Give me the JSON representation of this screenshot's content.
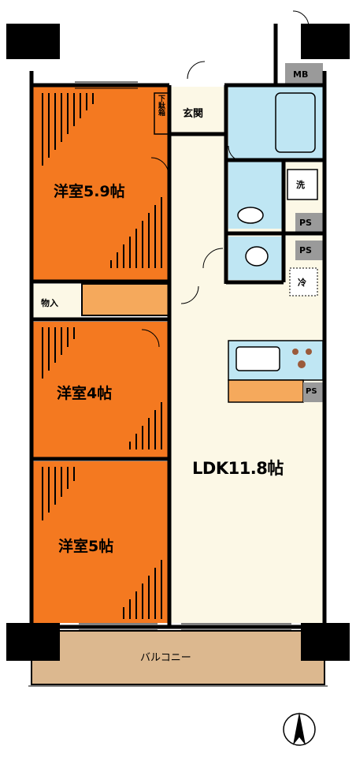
{
  "rooms": {
    "western_1": "洋室5.9帖",
    "western_2": "洋室4帖",
    "western_3": "洋室5帖",
    "ldk": "LDK11.8帖",
    "entrance": "玄関",
    "storage": "物入",
    "closet": "下駄箱",
    "balcony": "バルコニー",
    "wash": "洗",
    "cold": "冷",
    "mb": "MB",
    "ps_1": "PS",
    "ps_2": "PS",
    "ps_3": "PS"
  },
  "colors": {
    "room": "#f47920",
    "floor": "#fcf8e6",
    "wet": "#bfe6f3",
    "balcony": "#dcb88f",
    "wall": "#000000",
    "utility": "#9a9a9a",
    "wood": "#f5a95c"
  },
  "compass": "north-arrow"
}
